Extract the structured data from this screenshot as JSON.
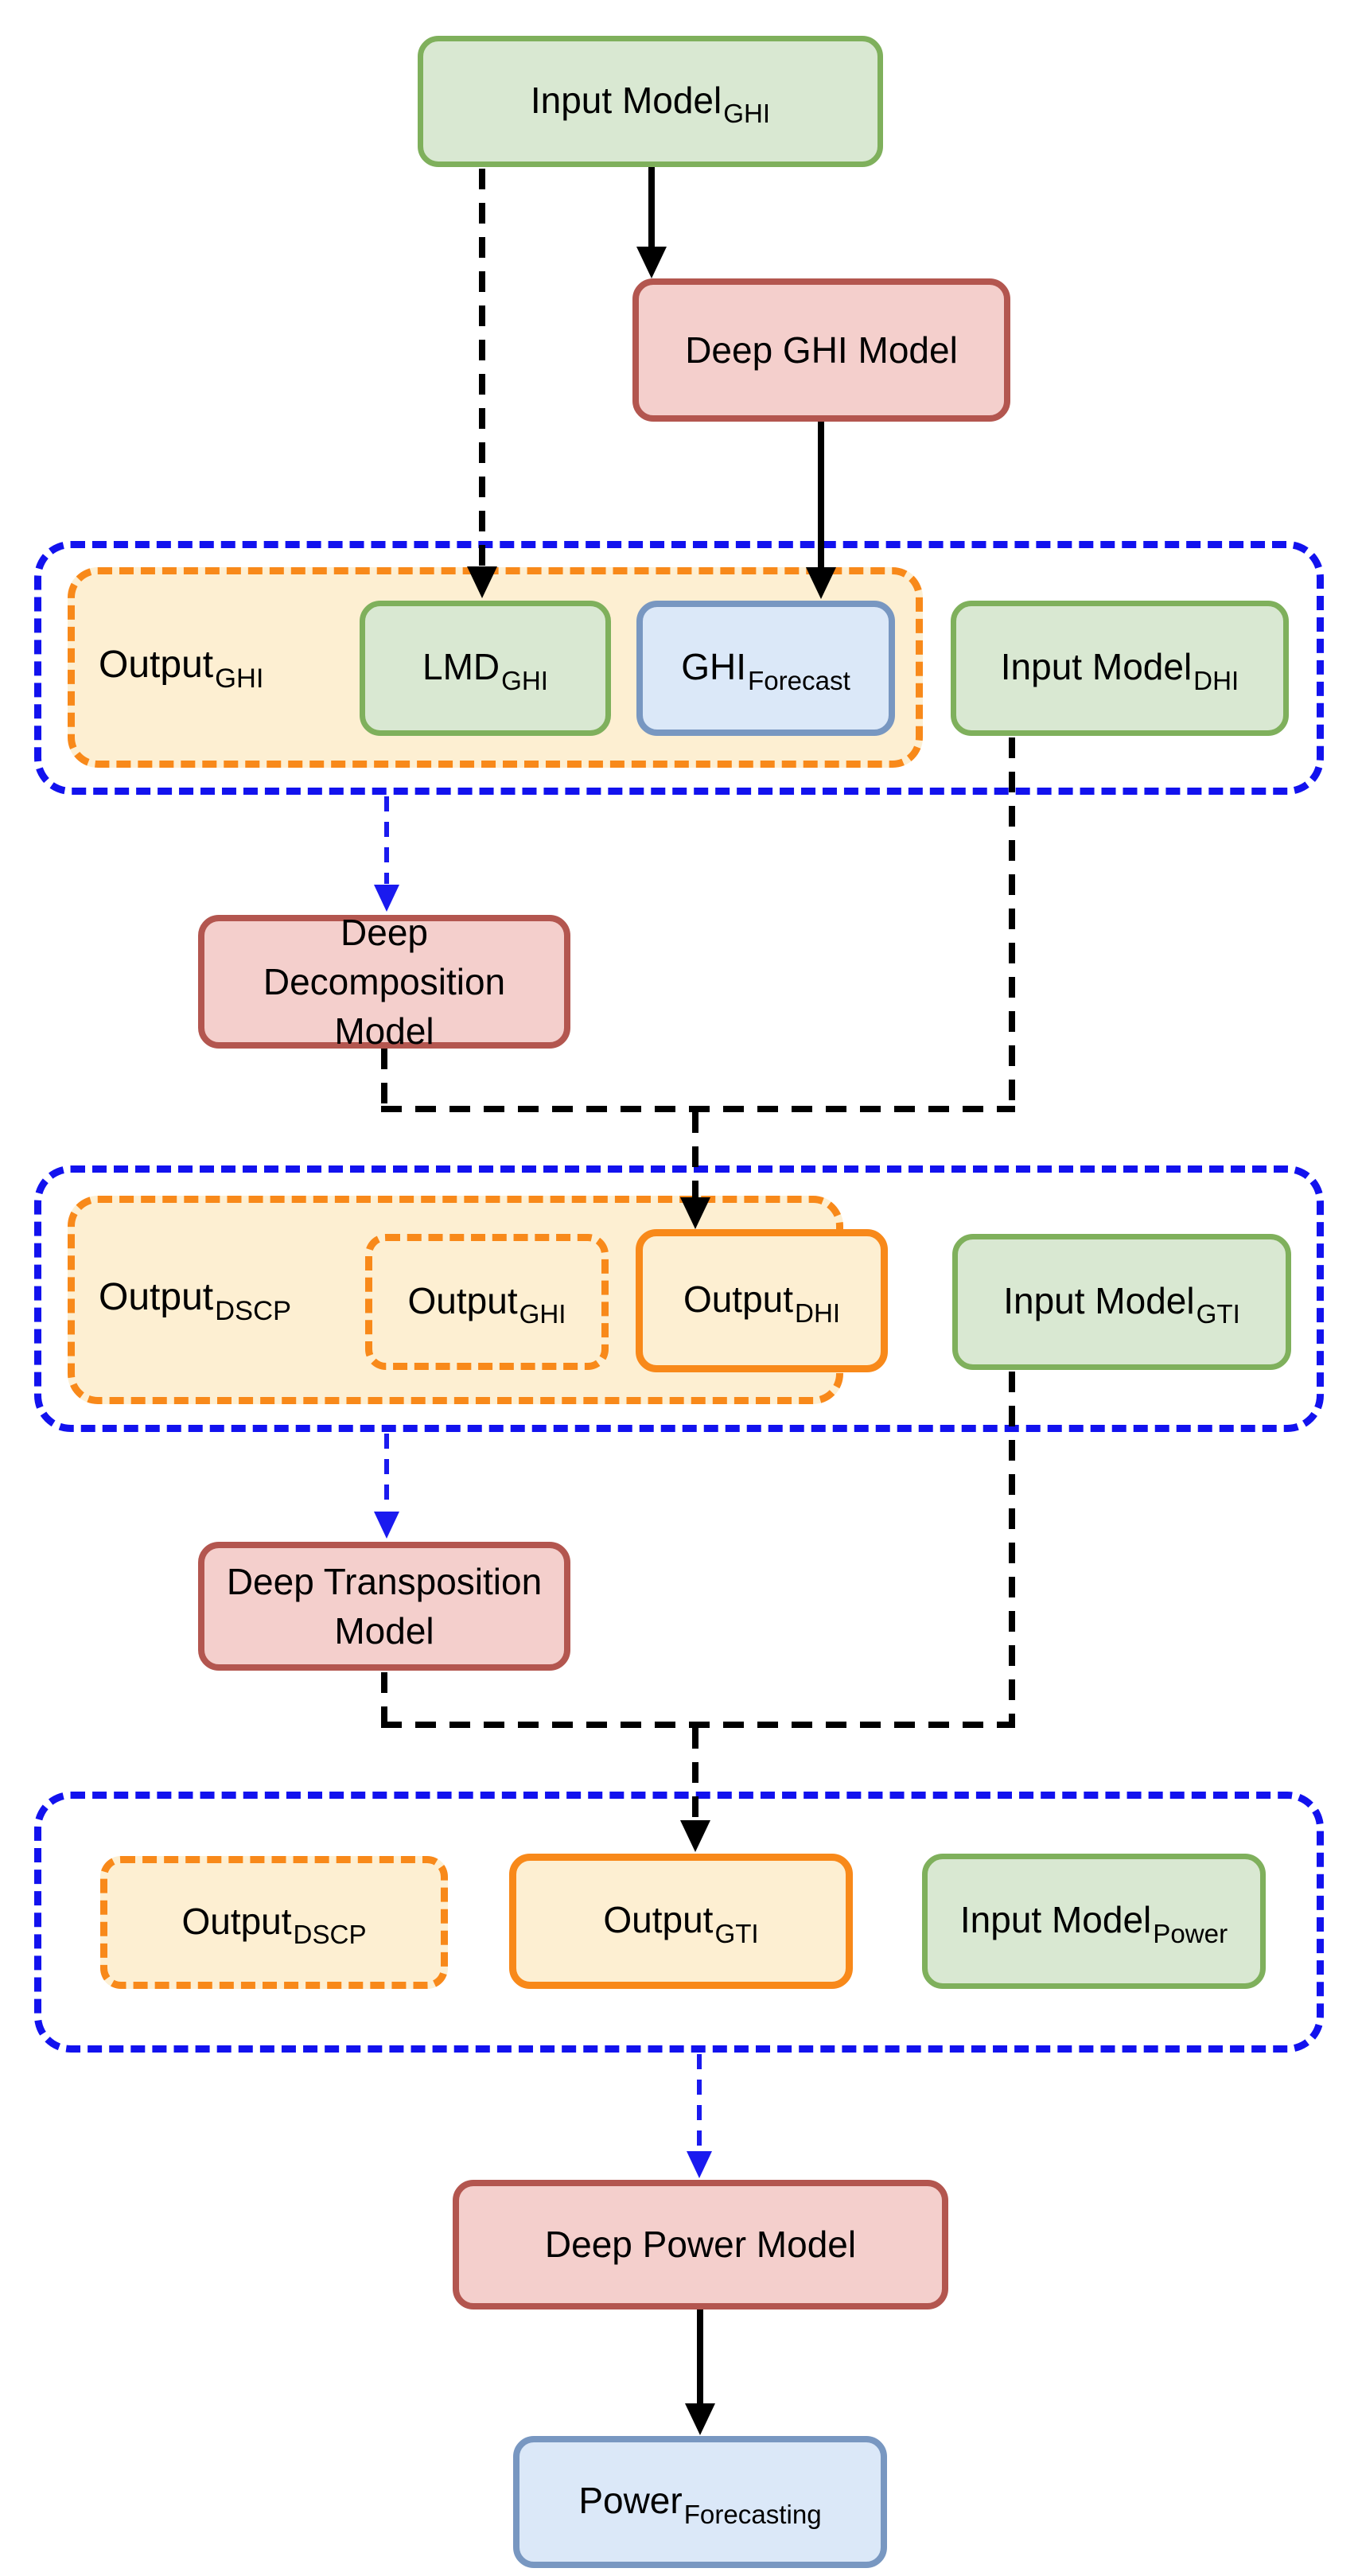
{
  "diagram": {
    "type": "flowchart",
    "description": "Cascaded deep-learning pipeline from GHI input to power forecasting",
    "colors": {
      "green_fill": "#D9E8D2",
      "green_border": "#7FB05C",
      "red_fill": "#F4CFCC",
      "red_border": "#B3564F",
      "blue_fill": "#DBE8F8",
      "blue_border": "#7897C1",
      "orange_fill": "#FDEFD2",
      "orange_border": "#F8891A",
      "container_border": "#1212EE",
      "arrow_black": "#000000",
      "arrow_blue": "#1A1AEF"
    },
    "nodes": {
      "input_model_ghi": {
        "label": "Input Model",
        "sub": "GHI"
      },
      "deep_ghi_model": {
        "label": "Deep GHI Model",
        "sub": ""
      },
      "output_ghi_group": {
        "label": "Output",
        "sub": "GHI"
      },
      "lmd_ghi": {
        "label": "LMD",
        "sub": "GHI"
      },
      "ghi_forecast": {
        "label": "GHI",
        "sub": "Forecast"
      },
      "input_model_dhi": {
        "label": "Input Model",
        "sub": "DHI"
      },
      "deep_decomposition_model": {
        "label": "Deep Decomposition Model",
        "sub": ""
      },
      "output_dscp_group": {
        "label": "Output",
        "sub": "DSCP"
      },
      "output_ghi_ref": {
        "label": "Output",
        "sub": "GHI"
      },
      "output_dhi": {
        "label": "Output",
        "sub": "DHI"
      },
      "input_model_gti": {
        "label": "Input Model",
        "sub": "GTI"
      },
      "deep_transposition_model": {
        "label": "Deep Transposition Model",
        "sub": ""
      },
      "output_dscp_ref": {
        "label": "Output",
        "sub": "DSCP"
      },
      "output_gti": {
        "label": "Output",
        "sub": "GTI"
      },
      "input_model_power": {
        "label": "Input Model",
        "sub": "Power"
      },
      "deep_power_model": {
        "label": "Deep Power Model",
        "sub": ""
      },
      "power_forecasting": {
        "label": "Power",
        "sub": "Forecasting"
      }
    },
    "edges": [
      {
        "from": "input_model_ghi",
        "to": "lmd_ghi",
        "style": "black-dashed"
      },
      {
        "from": "input_model_ghi",
        "to": "deep_ghi_model",
        "style": "black-solid"
      },
      {
        "from": "deep_ghi_model",
        "to": "ghi_forecast",
        "style": "black-solid"
      },
      {
        "from": "stage1",
        "to": "deep_decomposition_model",
        "style": "blue-dashed"
      },
      {
        "from": "deep_decomposition_model",
        "to": "output_dhi",
        "style": "black-dashed"
      },
      {
        "from": "input_model_dhi",
        "to": "output_dhi",
        "style": "black-dashed"
      },
      {
        "from": "stage2",
        "to": "deep_transposition_model",
        "style": "blue-dashed"
      },
      {
        "from": "deep_transposition_model",
        "to": "output_gti",
        "style": "black-dashed"
      },
      {
        "from": "input_model_gti",
        "to": "output_gti",
        "style": "black-dashed"
      },
      {
        "from": "stage3",
        "to": "deep_power_model",
        "style": "blue-dashed"
      },
      {
        "from": "deep_power_model",
        "to": "power_forecasting",
        "style": "black-solid"
      }
    ]
  }
}
